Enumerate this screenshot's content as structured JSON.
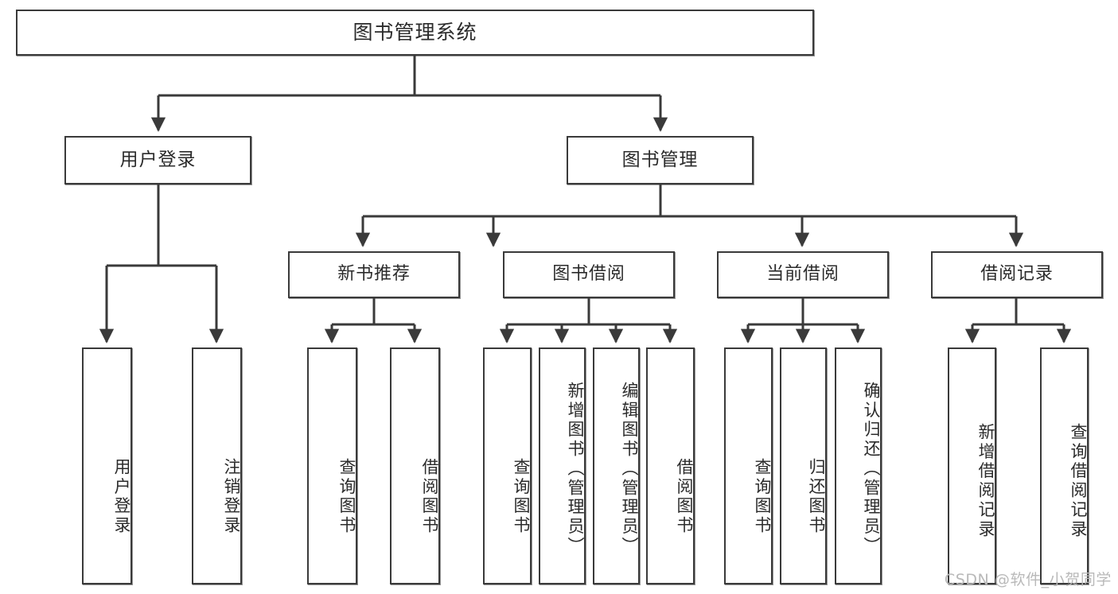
{
  "diagram": {
    "title": "图书管理系统",
    "type": "tree-hierarchy-chart",
    "watermark": "CSDN @软件_小贺同学",
    "colors": {
      "background": "#ffffff",
      "node_border": "#3a3a3a",
      "node_fill": "#ffffff",
      "connector": "#3a3a3a",
      "text": "#2b2b2b",
      "watermark": "#b9b9b9"
    },
    "nodes": {
      "root": {
        "label": "图书管理系统",
        "level": 1,
        "orientation": "horizontal"
      },
      "user_login": {
        "label": "用户登录",
        "level": 2,
        "orientation": "horizontal"
      },
      "book_manage": {
        "label": "图书管理",
        "level": 2,
        "orientation": "horizontal"
      },
      "new_book_rec": {
        "label": "新书推荐",
        "level": 3,
        "orientation": "horizontal"
      },
      "book_borrow": {
        "label": "图书借阅",
        "level": 3,
        "orientation": "horizontal"
      },
      "current_borrow": {
        "label": "当前借阅",
        "level": 3,
        "orientation": "horizontal"
      },
      "borrow_record": {
        "label": "借阅记录",
        "level": 3,
        "orientation": "horizontal"
      },
      "leaf_user_login": {
        "label": "用户登录",
        "level": 4,
        "orientation": "vertical"
      },
      "leaf_logout": {
        "label": "注销登录",
        "level": 4,
        "orientation": "vertical"
      },
      "leaf_query_book_1": {
        "label": "查询图书",
        "level": 4,
        "orientation": "vertical"
      },
      "leaf_borrow_book_1": {
        "label": "借阅图书",
        "level": 4,
        "orientation": "vertical"
      },
      "leaf_query_book_2": {
        "label": "查询图书",
        "level": 4,
        "orientation": "vertical"
      },
      "leaf_add_book": {
        "label": "新增图书（管理员）",
        "level": 4,
        "orientation": "vertical"
      },
      "leaf_edit_book": {
        "label": "编辑图书（管理员）",
        "level": 4,
        "orientation": "vertical"
      },
      "leaf_borrow_book_2": {
        "label": "借阅图书",
        "level": 4,
        "orientation": "vertical"
      },
      "leaf_query_book_3": {
        "label": "查询图书",
        "level": 4,
        "orientation": "vertical"
      },
      "leaf_return_book": {
        "label": "归还图书",
        "level": 4,
        "orientation": "vertical"
      },
      "leaf_confirm_return": {
        "label": "确认归还（管理员）",
        "level": 4,
        "orientation": "vertical"
      },
      "leaf_add_record": {
        "label": "新增借阅记录",
        "level": 4,
        "orientation": "vertical"
      },
      "leaf_query_record": {
        "label": "查询借阅记录",
        "level": 4,
        "orientation": "vertical"
      }
    },
    "edges": [
      {
        "from": "root",
        "to": "user_login"
      },
      {
        "from": "root",
        "to": "book_manage"
      },
      {
        "from": "book_manage",
        "to": "new_book_rec"
      },
      {
        "from": "book_manage",
        "to": "book_borrow"
      },
      {
        "from": "book_manage",
        "to": "current_borrow"
      },
      {
        "from": "book_manage",
        "to": "borrow_record"
      },
      {
        "from": "user_login",
        "to": "leaf_user_login"
      },
      {
        "from": "user_login",
        "to": "leaf_logout"
      },
      {
        "from": "new_book_rec",
        "to": "leaf_query_book_1"
      },
      {
        "from": "new_book_rec",
        "to": "leaf_borrow_book_1"
      },
      {
        "from": "book_borrow",
        "to": "leaf_query_book_2"
      },
      {
        "from": "book_borrow",
        "to": "leaf_add_book"
      },
      {
        "from": "book_borrow",
        "to": "leaf_edit_book"
      },
      {
        "from": "book_borrow",
        "to": "leaf_borrow_book_2"
      },
      {
        "from": "current_borrow",
        "to": "leaf_query_book_3"
      },
      {
        "from": "current_borrow",
        "to": "leaf_return_book"
      },
      {
        "from": "current_borrow",
        "to": "leaf_confirm_return"
      },
      {
        "from": "borrow_record",
        "to": "leaf_add_record"
      },
      {
        "from": "borrow_record",
        "to": "leaf_query_record"
      }
    ]
  }
}
